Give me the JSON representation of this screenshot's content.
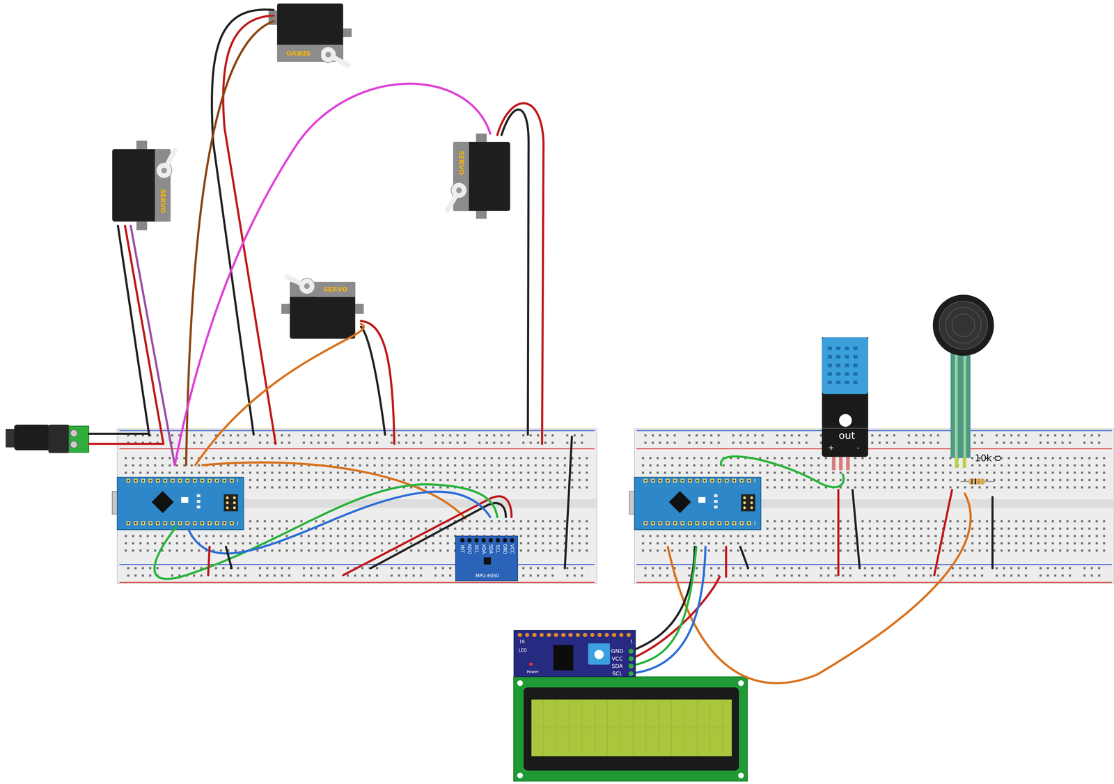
{
  "diagram": {
    "nodes": [
      {
        "text": [
          "SERVO"
        ]
      },
      {
        "text": [
          "SERVO"
        ]
      },
      {
        "text": [
          "SERVO"
        ]
      },
      {
        "text": [
          "SERVO"
        ]
      },
      {
        "text": [
          "VCC",
          "GND",
          "SCL",
          "SDA",
          "XDA",
          "XCL",
          "ADO",
          "INT",
          "MPU-6050"
        ]
      },
      {
        "text": [
          "out",
          "+",
          "-"
        ]
      },
      {
        "text": [
          "16",
          "1",
          "LED",
          "Power",
          "GND",
          "VCC",
          "SDA",
          "SCL"
        ]
      }
    ],
    "labels": [
      "10k",
      "Ω"
    ]
  }
}
